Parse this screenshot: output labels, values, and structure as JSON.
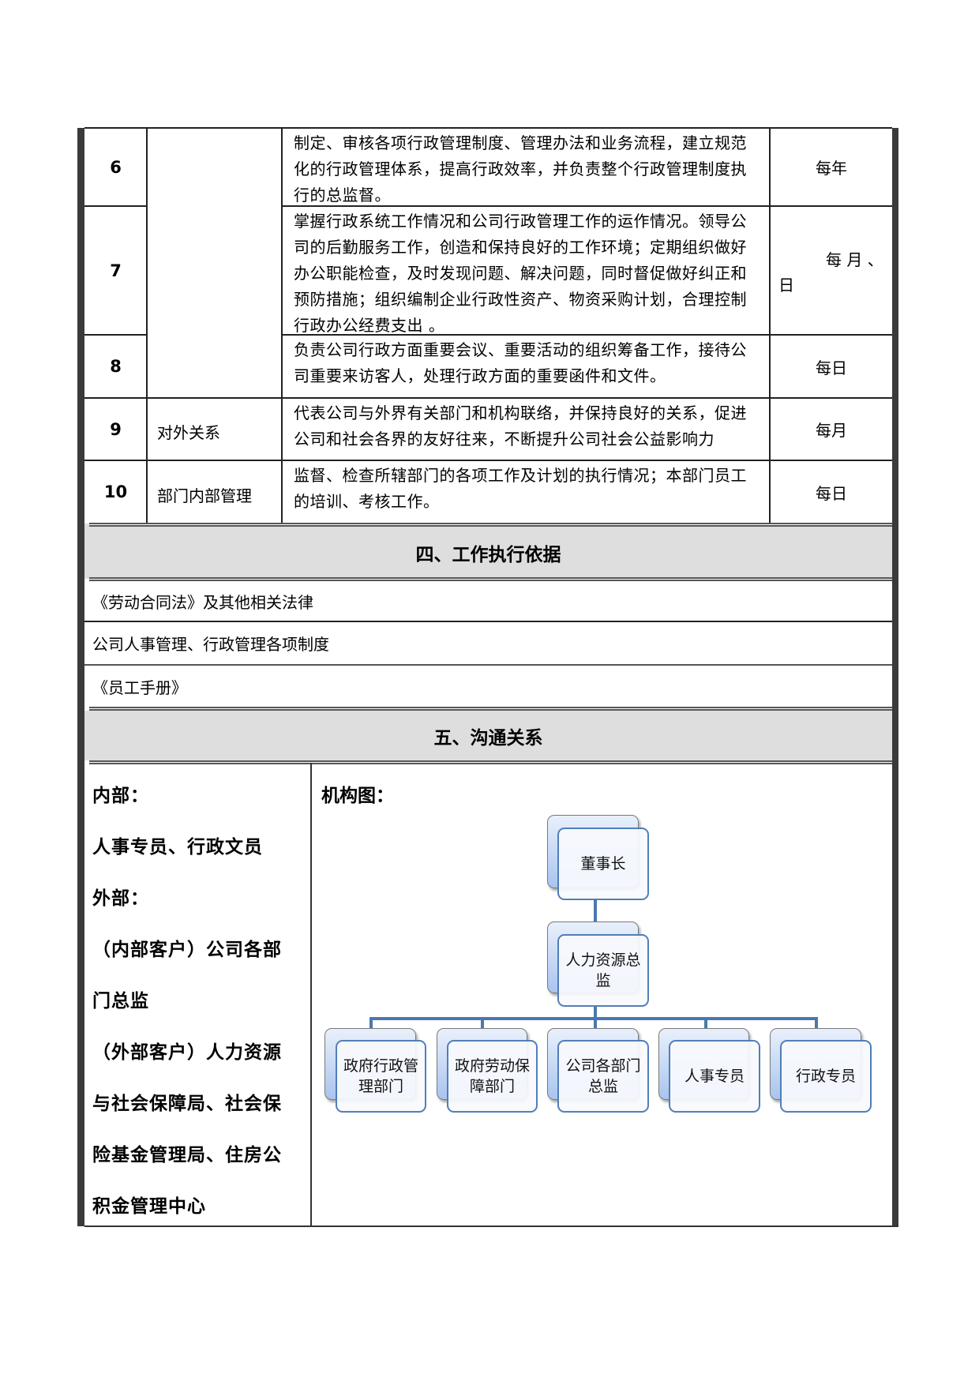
{
  "duties": [
    {
      "no": "6",
      "category": "",
      "description": "制定、审核各项行政管理制度、管理办法和业务流程，建立规范化的行政管理体系，提高行政效率，并负责整个行政管理制度执行的总监督。",
      "frequency": "每年"
    },
    {
      "no": "7",
      "category": "",
      "description": "掌握行政系统工作情况和公司行政管理工作的运作情况。领导公司的后勤服务工作，创造和保持良好的工作环境；定期组织做好办公职能检查，及时发现问题、解决问题，同时督促做好纠正和预防措施；组织编制企业行政性资产、物资采购计划，合理控制行政办公经费支出 。",
      "frequency_line1": "每 月 、",
      "frequency_line2": "日"
    },
    {
      "no": "8",
      "category": "",
      "description": "负责公司行政方面重要会议、重要活动的组织筹备工作，接待公司重要来访客人，处理行政方面的重要函件和文件。",
      "frequency": "每日"
    },
    {
      "no": "9",
      "category": "对外关系",
      "description": "代表公司与外界有关部门和机构联络，并保持良好的关系，促进公司和社会各界的友好往来，不断提升公司社会公益影响力",
      "frequency": "每月"
    },
    {
      "no": "10",
      "category": "部门内部管理",
      "description": "监督、检查所辖部门的各项工作及计划的执行情况；本部门员工的培训、考核工作。",
      "frequency": "每日"
    }
  ],
  "section4": {
    "title": "四、工作执行依据",
    "items": [
      "《劳动合同法》及其他相关法律",
      "公司人事管理、行政管理各项制度",
      "《员工手册》"
    ]
  },
  "section5": {
    "title": "五、沟通关系",
    "left_lines": [
      "内部：",
      "人事专员、行政文员",
      "外部：",
      "（内部客户）公司各部",
      "门总监",
      "（外部客户）人力资源",
      "与社会保障局、社会保",
      "险基金管理局、住房公",
      "积金管理中心"
    ],
    "org_title": "机构图：",
    "org_chart": {
      "root": "董事长",
      "level2": "人力资源总监",
      "level3": [
        "政府行政管理部门",
        "政府劳动保障部门",
        "公司各部门总监",
        "人事专员",
        "行政专员"
      ],
      "colors": {
        "connector": "#4a78ae",
        "box_border": "#4f7fb8"
      }
    }
  }
}
